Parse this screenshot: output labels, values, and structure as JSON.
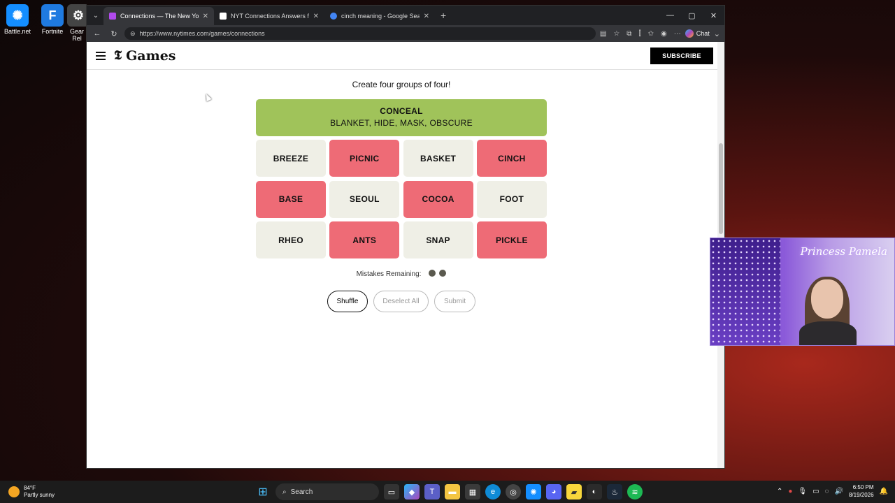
{
  "desktop": {
    "icons": [
      {
        "label": "Battle.net",
        "color": "#148eff",
        "glyph": "✺"
      },
      {
        "label": "Fortnite",
        "color": "#1f7ae0",
        "glyph": "F"
      },
      {
        "label": "Gear Rel",
        "color": "#444444",
        "glyph": "⚙"
      }
    ]
  },
  "browser": {
    "tabs": [
      {
        "title": "Connections — The New York Times",
        "fav_color": "#b14aed",
        "active": true
      },
      {
        "title": "NYT Connections Answers for Aug",
        "fav_color": "#ffffff",
        "active": false
      },
      {
        "title": "cinch meaning - Google Search",
        "fav_color": "#4285f4",
        "active": false
      }
    ],
    "url": "https://www.nytimes.com/games/connections",
    "chat_label": "Chat"
  },
  "site": {
    "logo_mark": "𝕿",
    "logo_text": "Games",
    "subscribe_label": "SUBSCRIBE"
  },
  "game": {
    "instructions": "Create four groups of four!",
    "solved": [
      {
        "name": "CONCEAL",
        "members": "BLANKET, HIDE, MASK, OBSCURE",
        "color": "#a0c35a"
      }
    ],
    "tiles": [
      {
        "word": "BREEZE",
        "marked": false
      },
      {
        "word": "PICNIC",
        "marked": true
      },
      {
        "word": "BASKET",
        "marked": false
      },
      {
        "word": "CINCH",
        "marked": true
      },
      {
        "word": "BASE",
        "marked": true
      },
      {
        "word": "SEOUL",
        "marked": false
      },
      {
        "word": "COCOA",
        "marked": true
      },
      {
        "word": "FOOT",
        "marked": false
      },
      {
        "word": "RHEO",
        "marked": false
      },
      {
        "word": "ANTS",
        "marked": true
      },
      {
        "word": "SNAP",
        "marked": false
      },
      {
        "word": "PICKLE",
        "marked": true
      }
    ],
    "mistakes_label": "Mistakes Remaining:",
    "mistakes_remaining": 2,
    "buttons": {
      "shuffle": "Shuffle",
      "deselect": "Deselect All",
      "submit": "Submit"
    }
  },
  "webcam": {
    "brand": "Princess Pamela"
  },
  "taskbar": {
    "weather_temp": "84°F",
    "weather_desc": "Partly sunny",
    "search_label": "Search",
    "time": "6:50 PM",
    "date": "8/19/2026"
  }
}
